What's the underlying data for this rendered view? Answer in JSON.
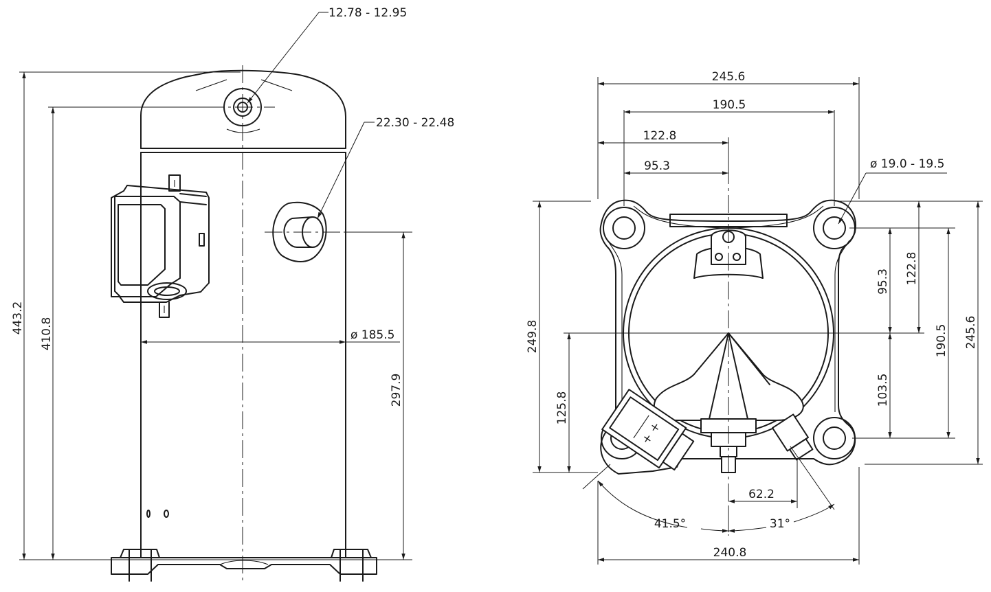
{
  "side_view": {
    "top_port": "12.78 - 12.95",
    "side_port": "22.30 - 22.48",
    "shell_diameter": "ø 185.5",
    "overall_height": "443.2",
    "top_port_height": "410.8",
    "side_port_height": "297.9"
  },
  "top_view": {
    "width_overall": "245.6",
    "hole_spacing_x": "190.5",
    "center_to_edge_x": "122.8",
    "center_to_hole_x": "95.3",
    "mount_hole": "ø 19.0 - 19.5",
    "depth_overall": "249.8",
    "center_to_front": "125.8",
    "hole_to_center_y": "95.3",
    "edge_to_center_y": "122.8",
    "center_to_rear_hole": "103.5",
    "hole_spacing_y": "190.5",
    "depth_right": "245.6",
    "port_offset": "62.2",
    "left_angle": "41.5°",
    "right_angle": "31°",
    "base_width": "240.8"
  }
}
